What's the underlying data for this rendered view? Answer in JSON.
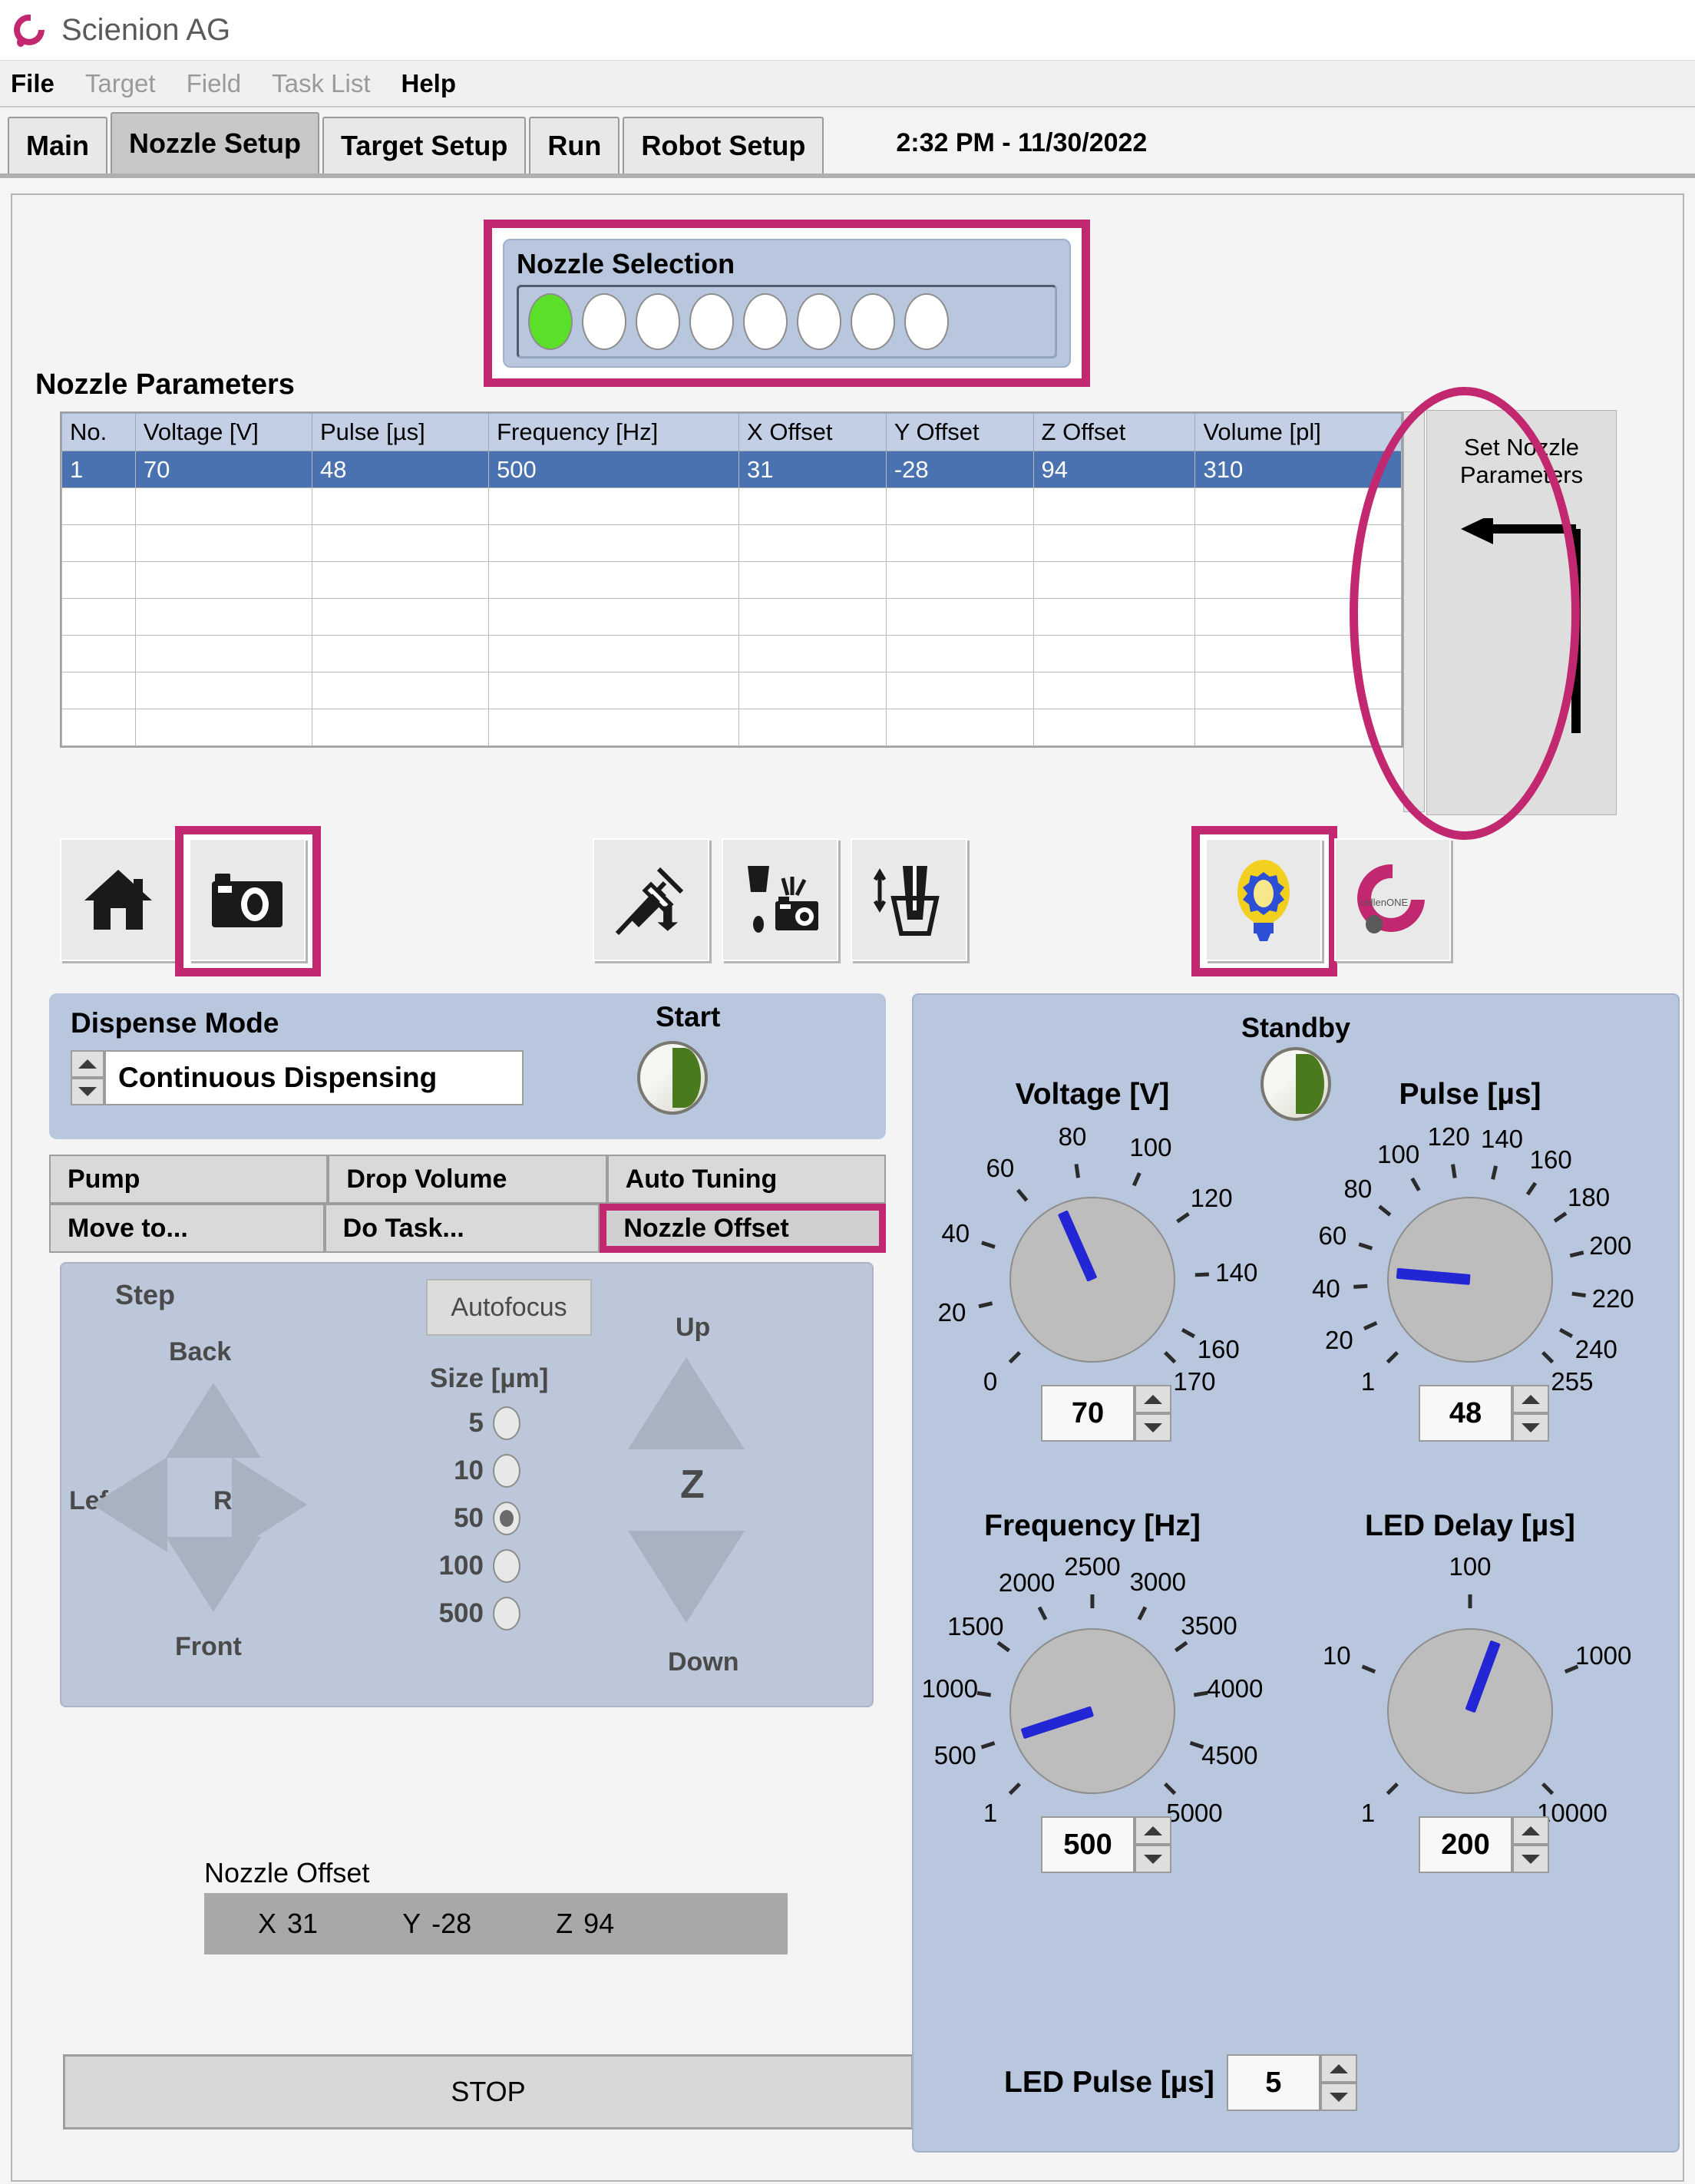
{
  "window": {
    "title": "Scienion AG",
    "logo_icon": "scienion-logo-icon"
  },
  "menu": [
    {
      "label": "File",
      "enabled": true
    },
    {
      "label": "Target",
      "enabled": false
    },
    {
      "label": "Field",
      "enabled": false
    },
    {
      "label": "Task List",
      "enabled": false
    },
    {
      "label": "Help",
      "enabled": true
    }
  ],
  "tabs": [
    {
      "label": "Main",
      "active": false
    },
    {
      "label": "Nozzle Setup",
      "active": true
    },
    {
      "label": "Target Setup",
      "active": false
    },
    {
      "label": "Run",
      "active": false
    },
    {
      "label": "Robot Setup",
      "active": false
    }
  ],
  "clock": "2:32 PM - 11/30/2022",
  "nozzle_selection": {
    "label": "Nozzle Selection",
    "count": 8,
    "active_index": 0,
    "active_color": "#5ae028"
  },
  "nozzle_parameters": {
    "title": "Nozzle Parameters",
    "columns": [
      "No.",
      "Voltage [V]",
      "Pulse [µs]",
      "Frequency [Hz]",
      "X Offset",
      "Y Offset",
      "Z Offset",
      "Volume [pl]"
    ],
    "rows": [
      {
        "selected": true,
        "cells": [
          "1",
          "70",
          "48",
          "500",
          "31",
          "-28",
          "94",
          "310"
        ]
      }
    ],
    "empty_row_count": 7,
    "set_button": {
      "line1": "Set Nozzle",
      "line2": "Parameters",
      "arrow_icon": "arrow-left-elbow-icon"
    }
  },
  "toolbar": [
    {
      "name": "home-icon",
      "label": "Home",
      "highlighted": false
    },
    {
      "name": "camera-icon",
      "label": "Camera",
      "highlighted": true
    },
    {
      "name": "syringe-up-icon",
      "label": "Aspirate",
      "highlighted": false
    },
    {
      "name": "nozzle-drop-camera-icon",
      "label": "Drop Camera",
      "highlighted": false
    },
    {
      "name": "nozzle-in-well-icon",
      "label": "Nozzle Height",
      "highlighted": false
    },
    {
      "name": "lightbulb-gear-icon",
      "label": "Light Settings",
      "highlighted": true
    },
    {
      "name": "cellenone-logo-icon",
      "label": "cellenONE",
      "highlighted": false
    }
  ],
  "dispense": {
    "label": "Dispense Mode",
    "value": "Continuous Dispensing",
    "start_label": "Start",
    "start_state": "on"
  },
  "subtabs": [
    [
      {
        "label": "Pump",
        "active": false
      },
      {
        "label": "Drop Volume",
        "active": false
      },
      {
        "label": "Auto Tuning",
        "active": false
      }
    ],
    [
      {
        "label": "Move to...",
        "active": false
      },
      {
        "label": "Do Task...",
        "active": false
      },
      {
        "label": "Nozzle Offset",
        "active": true,
        "highlighted": true
      }
    ]
  ],
  "step_panel": {
    "step_label": "Step",
    "autofocus_label": "Autofocus",
    "directions": {
      "back": "Back",
      "front": "Front",
      "left": "Left",
      "right": "Right",
      "up": "Up",
      "down": "Down",
      "z": "Z"
    },
    "size_label": "Size [µm]",
    "size_options": [
      "5",
      "10",
      "50",
      "100",
      "500"
    ],
    "size_selected": "50"
  },
  "nozzle_offset": {
    "label": "Nozzle Offset",
    "x_label": "X",
    "x_value": "31",
    "y_label": "Y",
    "y_value": "-28",
    "z_label": "Z",
    "z_value": "94"
  },
  "stop_button": {
    "label": "STOP"
  },
  "right_panel": {
    "standby_label": "Standby",
    "standby_state": "on",
    "led_pulse": {
      "label": "LED Pulse [µs]",
      "value": "5"
    }
  },
  "chart_data": [
    {
      "type": "dial",
      "title": "Voltage [V]",
      "value": 70,
      "ticks": [
        0,
        20,
        40,
        60,
        80,
        100,
        120,
        140,
        160,
        170
      ],
      "range": [
        0,
        170
      ],
      "unit": "V",
      "pointer_color": "#2326d4",
      "readout": "70"
    },
    {
      "type": "dial",
      "title": "Pulse [µs]",
      "value": 48,
      "ticks": [
        1,
        20,
        40,
        60,
        80,
        100,
        120,
        140,
        160,
        180,
        200,
        220,
        240,
        255
      ],
      "range": [
        1,
        255
      ],
      "unit": "µs",
      "pointer_color": "#2326d4",
      "readout": "48"
    },
    {
      "type": "dial",
      "title": "Frequency [Hz]",
      "value": 500,
      "ticks": [
        1,
        500,
        1000,
        1500,
        2000,
        2500,
        3000,
        3500,
        4000,
        4500,
        5000
      ],
      "range": [
        1,
        5000
      ],
      "unit": "Hz",
      "pointer_color": "#2326d4",
      "readout": "500"
    },
    {
      "type": "dial",
      "title": "LED Delay [µs]",
      "value": 200,
      "ticks": [
        1,
        10,
        100,
        1000,
        10000
      ],
      "range": [
        1,
        10000
      ],
      "scale": "log",
      "unit": "µs",
      "pointer_color": "#2326d4",
      "readout": "200"
    }
  ],
  "colors": {
    "highlight": "#c2286f",
    "panel_blue": "#b8c6de",
    "table_selected": "#4a72b0",
    "pointer": "#2326d4",
    "led_on": "#5ae028"
  }
}
